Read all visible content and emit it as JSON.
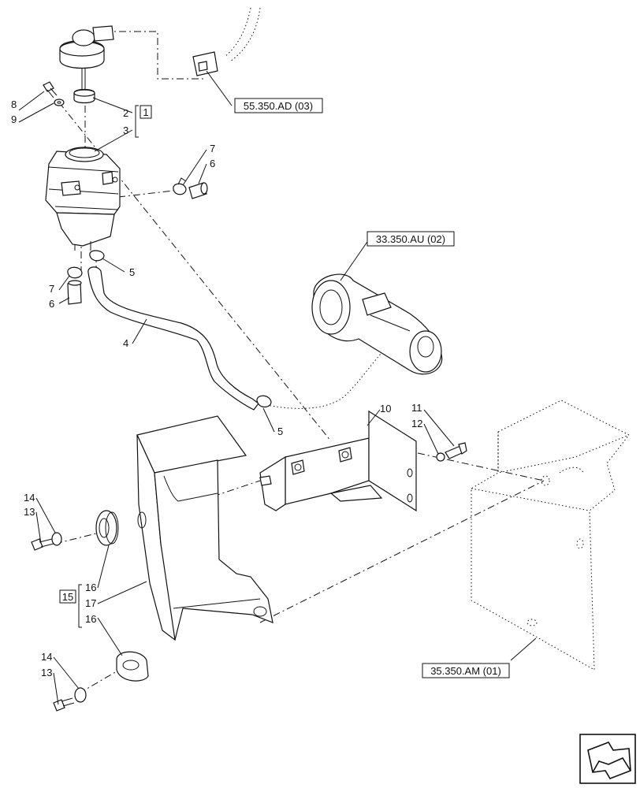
{
  "references": {
    "r55": "55.350.AD (03)",
    "r33": "33.350.AU (02)",
    "r35": "35.350.AM (01)"
  },
  "groups": {
    "g1": "1",
    "g15": "15"
  },
  "callouts": {
    "c8": "8",
    "c9": "9",
    "c2": "2",
    "c3": "3",
    "c7a": "7",
    "c6a": "6",
    "c7b": "7",
    "c6b": "6",
    "c5a": "5",
    "c4": "4",
    "c5b": "5",
    "c10": "10",
    "c11": "11",
    "c12": "12",
    "c14a": "14",
    "c13a": "13",
    "c16a": "16",
    "c17": "17",
    "c16b": "16",
    "c14b": "14",
    "c13b": "13"
  }
}
